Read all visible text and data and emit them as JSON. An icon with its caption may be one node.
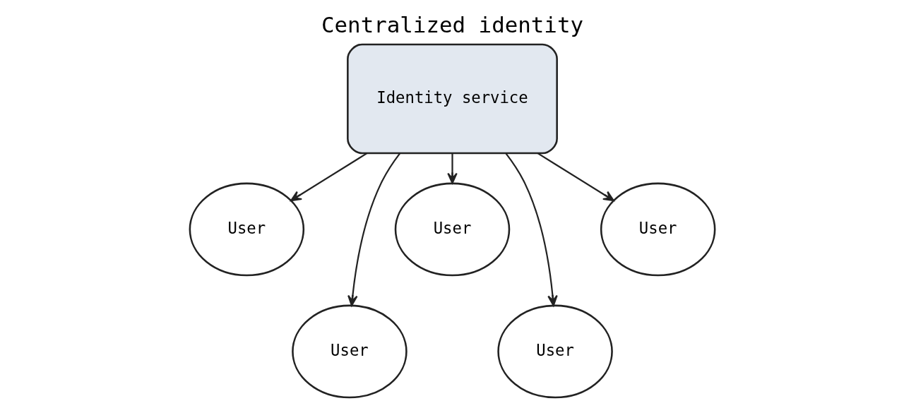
{
  "diagram": {
    "title": "Centralized identity",
    "nodes": [
      {
        "text": [
          "Identity service"
        ]
      },
      {
        "text": [
          "User"
        ]
      },
      {
        "text": [
          "User"
        ]
      },
      {
        "text": [
          "User"
        ]
      },
      {
        "text": [
          "User"
        ]
      },
      {
        "text": [
          "User"
        ]
      }
    ],
    "edges": [
      {
        "from": 0,
        "to": 1,
        "arrow": "to"
      },
      {
        "from": 0,
        "to": 4,
        "arrow": "to"
      },
      {
        "from": 0,
        "to": 2,
        "arrow": "to"
      },
      {
        "from": 0,
        "to": 5,
        "arrow": "to"
      },
      {
        "from": 0,
        "to": 3,
        "arrow": "to"
      }
    ]
  }
}
